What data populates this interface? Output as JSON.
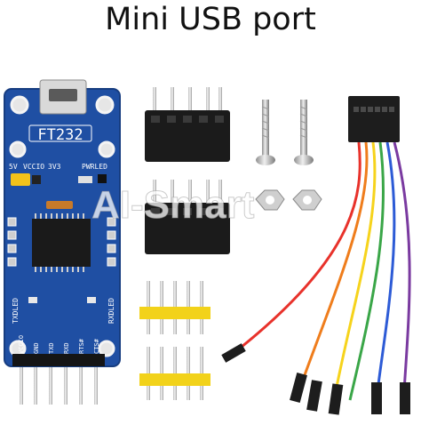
{
  "title": "Mini USB port",
  "board": {
    "chip_label": "FT232",
    "jumper_labels": [
      "5V",
      "VCCIO",
      "3V3"
    ],
    "pwr_led": "PWRLED",
    "txd_led": "TXDLED",
    "rxd_led": "RXDLED",
    "pins": [
      "VCCIO",
      "GND",
      "TXD",
      "RXD",
      "RTS#",
      "CTS#"
    ]
  },
  "watermark": "AI-Smart",
  "colors": {
    "pcb": "#1f4fa3",
    "header_yellow": "#f2d21a",
    "wire_colors": [
      "#e8322b",
      "#ef7d1c",
      "#f6d31c",
      "#3aa648",
      "#2d5bd6",
      "#7a3aa0"
    ]
  }
}
